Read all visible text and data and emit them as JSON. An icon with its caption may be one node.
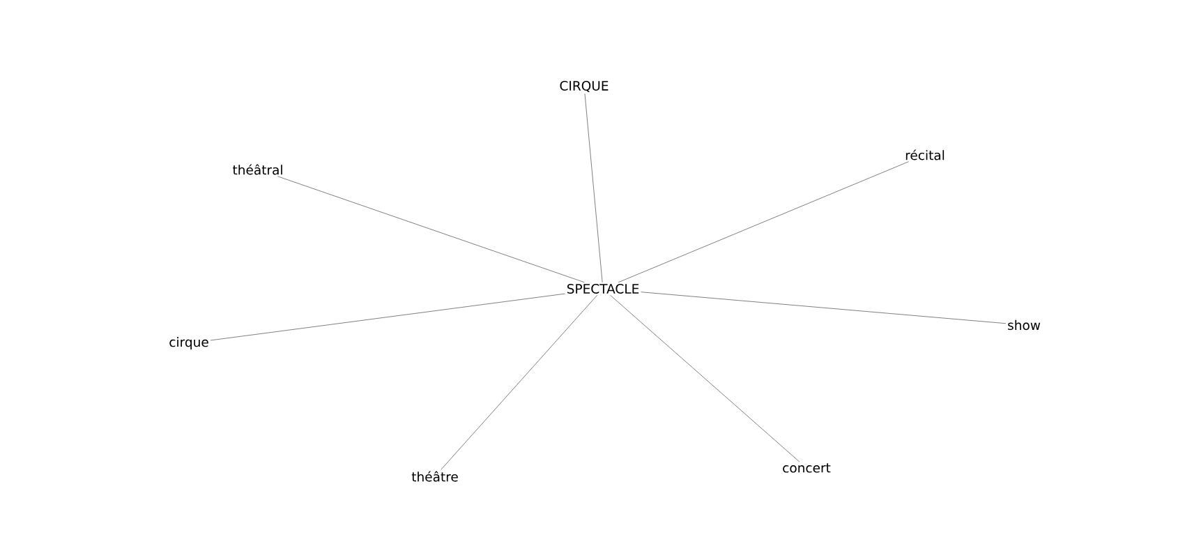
{
  "diagram": {
    "nodes": [
      {
        "text": [
          "CIRQUE"
        ]
      },
      {
        "text": [
          "récital"
        ]
      },
      {
        "text": [
          "théâtral"
        ]
      },
      {
        "text": [
          "SPECTACLE"
        ]
      },
      {
        "text": [
          "show"
        ]
      },
      {
        "text": [
          "cirque"
        ]
      },
      {
        "text": [
          "concert"
        ]
      },
      {
        "text": [
          "théâtre"
        ]
      }
    ],
    "edges": [
      {
        "from": 3,
        "to": 0,
        "arrow": "none"
      },
      {
        "from": 3,
        "to": 1,
        "arrow": "none"
      },
      {
        "from": 3,
        "to": 2,
        "arrow": "none"
      },
      {
        "from": 3,
        "to": 4,
        "arrow": "none"
      },
      {
        "from": 3,
        "to": 5,
        "arrow": "none"
      },
      {
        "from": 3,
        "to": 6,
        "arrow": "none"
      },
      {
        "from": 3,
        "to": 7,
        "arrow": "none"
      }
    ]
  }
}
